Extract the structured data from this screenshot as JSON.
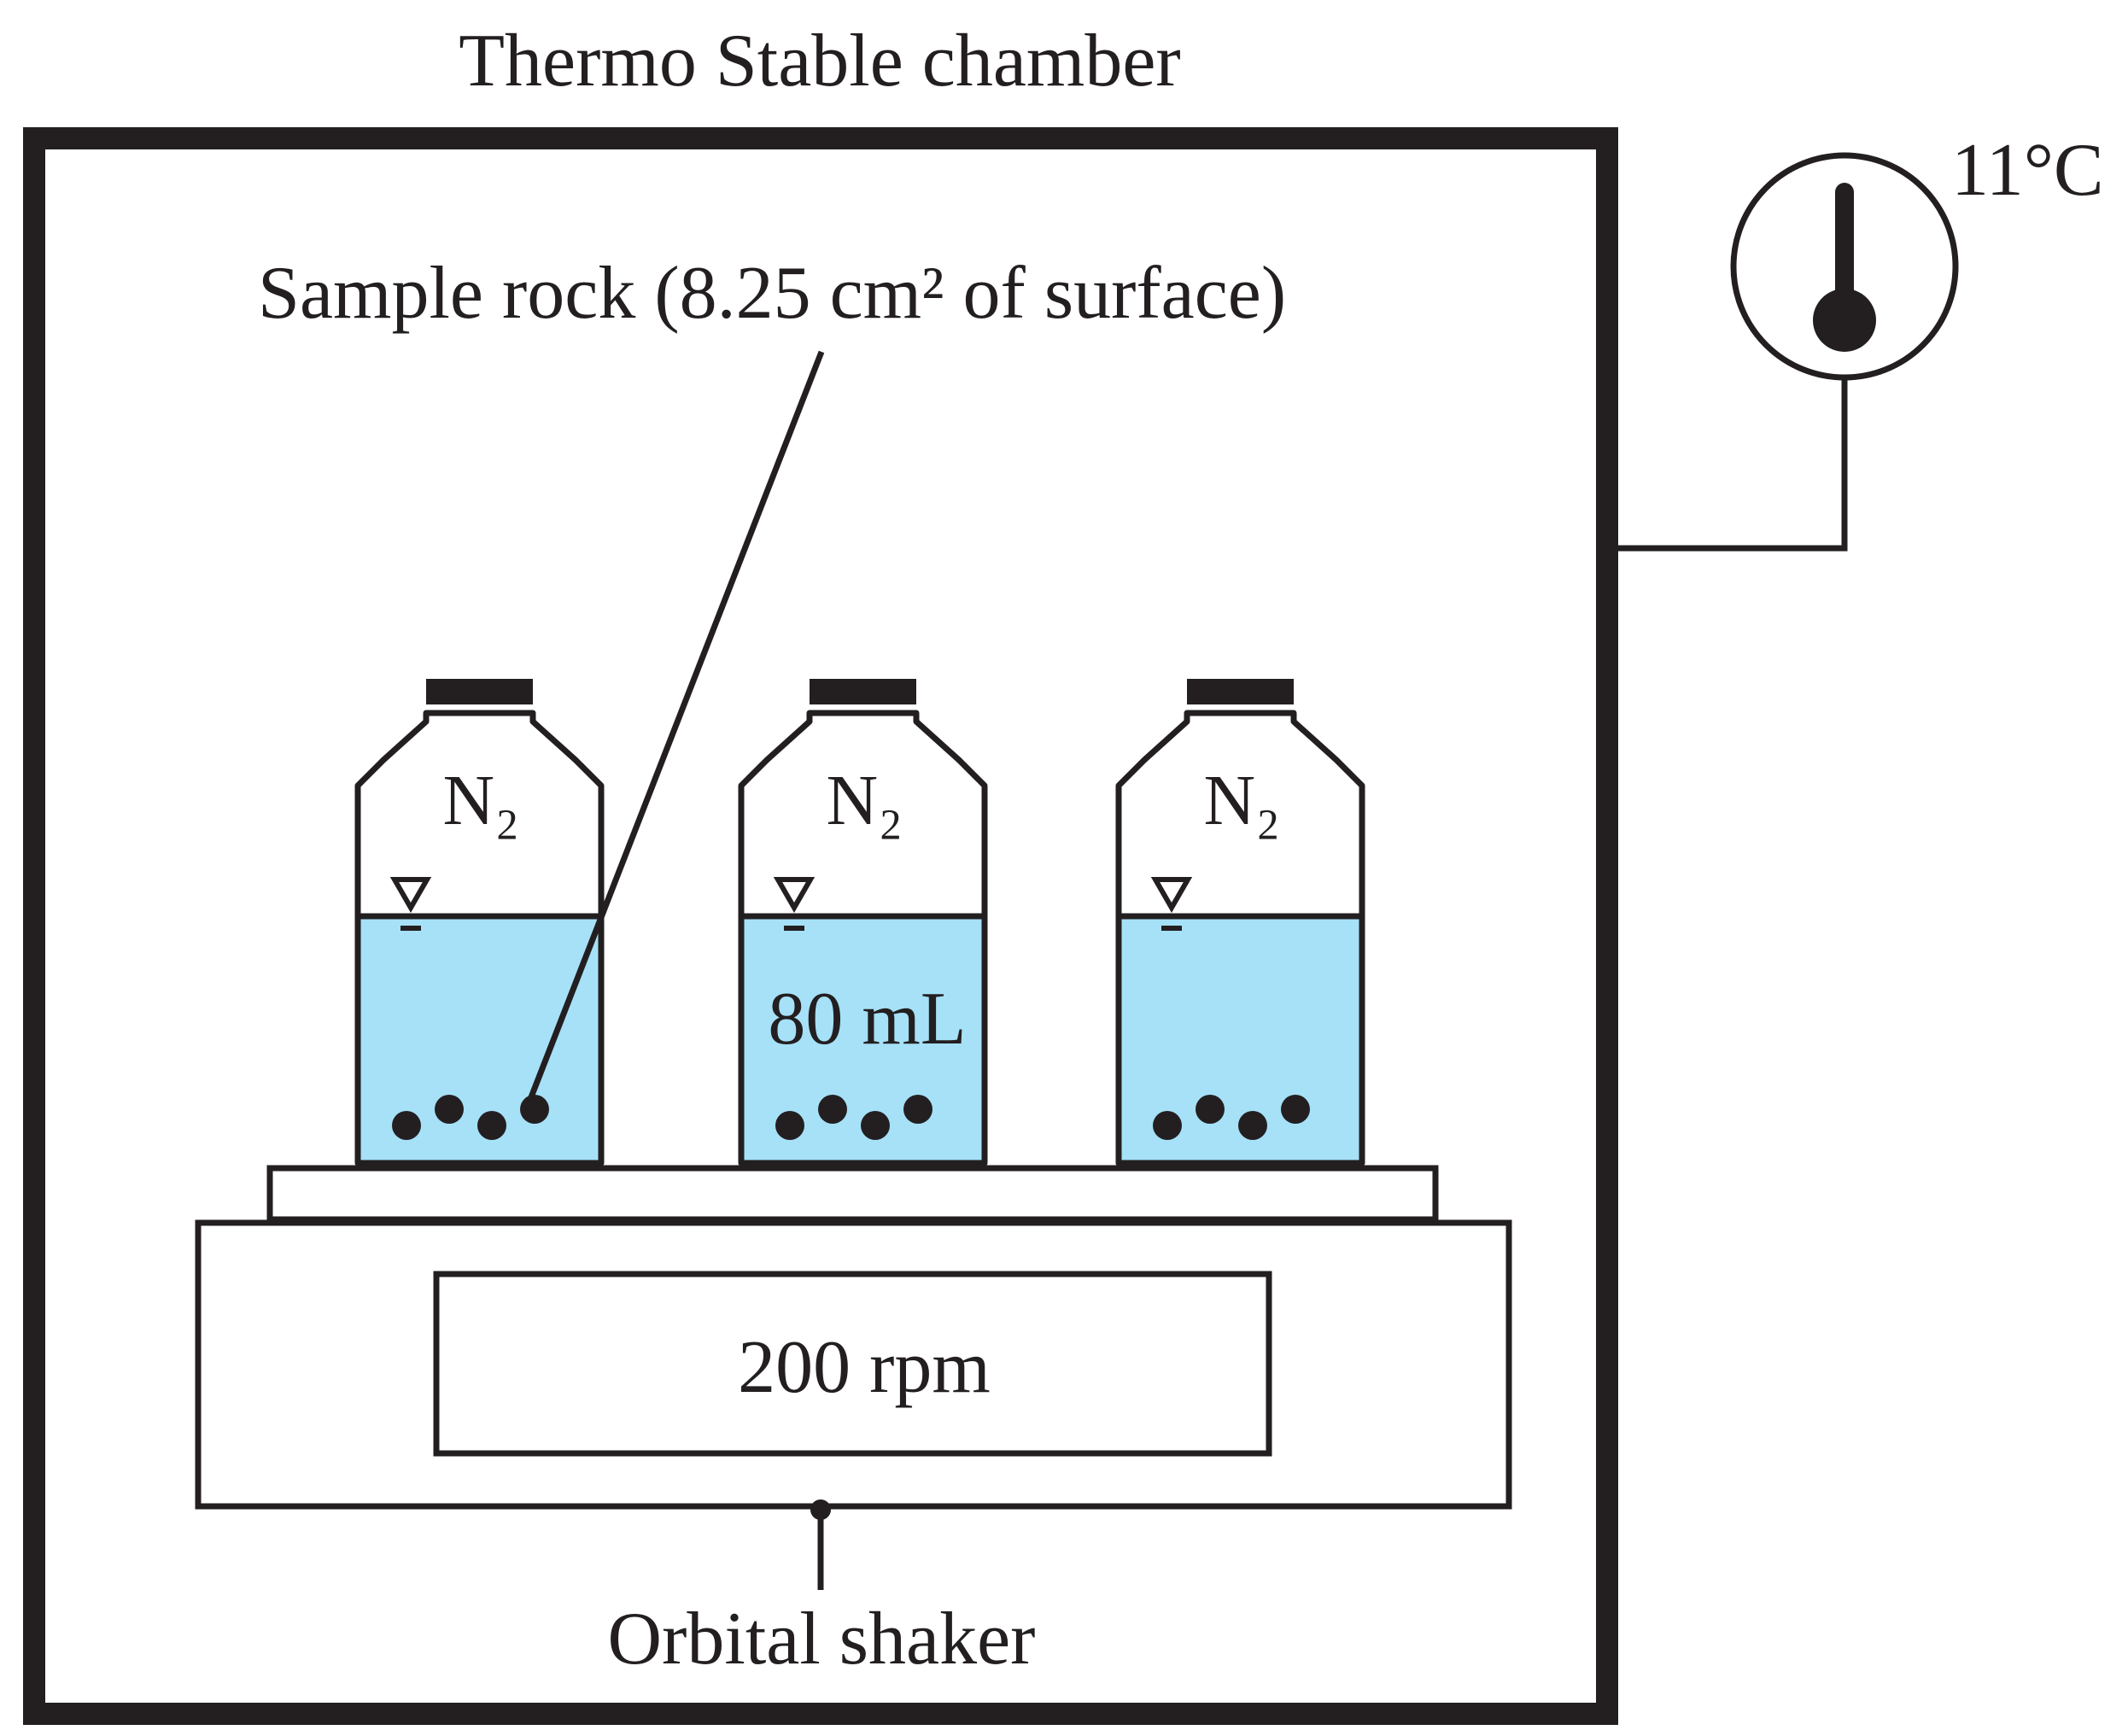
{
  "title": "Thermo Stable chamber",
  "temperature": "11°C",
  "sample_label": "Sample rock (8.25 cm² of surface)",
  "bottles": [
    {
      "gas": "N₂",
      "volume": ""
    },
    {
      "gas": "N₂",
      "volume": "80 mL"
    },
    {
      "gas": "N₂",
      "volume": ""
    }
  ],
  "shaker_speed": "200 rpm",
  "shaker_label": "Orbital shaker",
  "colors": {
    "ink": "#231f20",
    "water": "#a6e1f8",
    "background": "#ffffff"
  }
}
